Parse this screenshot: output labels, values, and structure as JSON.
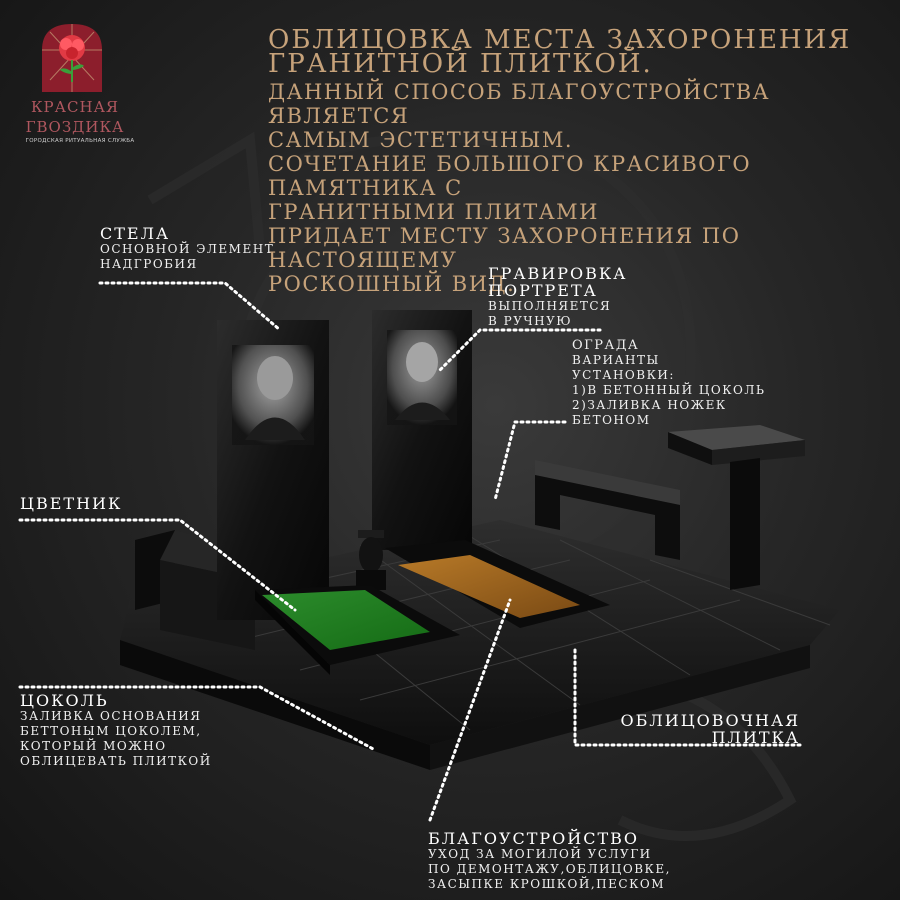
{
  "logo": {
    "name_line1": "КРАСНАЯ",
    "name_line2": "ГВОЗДИКА",
    "subtitle": "ГОРОДСКАЯ РИТУАЛЬНАЯ СЛУЖБА",
    "icon": "carnation-icon",
    "color": "#8c1e2c"
  },
  "header": {
    "title_line1": "ОБЛИЦОВКА МЕСТА ЗАХОРОНЕНИЯ",
    "title_line2": "ГРАНИТНОЙ ПЛИТКОЙ.",
    "text_line1": "ДАННЫЙ СПОСОБ БЛАГОУСТРОЙСТВА ЯВЛЯЕТСЯ",
    "text_line2": "САМЫМ ЭСТЕТИЧНЫМ.",
    "text_line3": "СОЧЕТАНИЕ БОЛЬШОГО КРАСИВОГО ПАМЯТНИКА С",
    "text_line4": "ГРАНИТНЫМИ ПЛИТАМИ",
    "text_line5": "ПРИДАЕТ МЕСТУ ЗАХОРОНЕНИЯ ПО НАСТОЯЩЕМУ",
    "text_line6": "РОСКОШНЫЙ ВИД.",
    "color": "#c6a27a"
  },
  "callouts": {
    "stela": {
      "title": "СТЕЛА",
      "desc1": "ОСНОВНОЙ ЭЛЕМЕНТ",
      "desc2": "НАДГРОБИЯ"
    },
    "engraving": {
      "title1": "ГРАВИРОВКА",
      "title2": "ПОРТРЕТА",
      "desc1": "ВЫПОЛНЯЕТСЯ",
      "desc2": "В РУЧНУЮ"
    },
    "fence": {
      "title": "ОГРАДА",
      "desc1": "ВАРИАНТЫ",
      "desc2": "УСТАНОВКИ:",
      "desc3": "1)В БЕТОННЫЙ ЦОКОЛЬ",
      "desc4": "2)ЗАЛИВКА НОЖЕК",
      "desc5": "БЕТОНОМ"
    },
    "flowerbed": {
      "title": "ЦВЕТНИК"
    },
    "plinth": {
      "title": "ЦОКОЛЬ",
      "desc1": "ЗАЛИВКА ОСНОВАНИЯ",
      "desc2": "БЕТТОНЫМ ЦОКОЛЕМ,",
      "desc3": "КОТОРЫЙ МОЖНО",
      "desc4": "ОБЛИЦЕВАТЬ ПЛИТКОЙ"
    },
    "tile": {
      "title1": "ОБЛИЦОВОЧНАЯ",
      "title2": "ПЛИТКА"
    },
    "landscaping": {
      "title": "БЛАГОУСТРОЙСТВО",
      "desc1": "УХОД ЗА МОГИЛОЙ УСЛУГИ",
      "desc2": "ПО ДЕМОНТАЖУ,ОБЛИЦОВКЕ,",
      "desc3": "ЗАСЫПКЕ КРОШКОЙ,ПЕСКОМ"
    }
  }
}
